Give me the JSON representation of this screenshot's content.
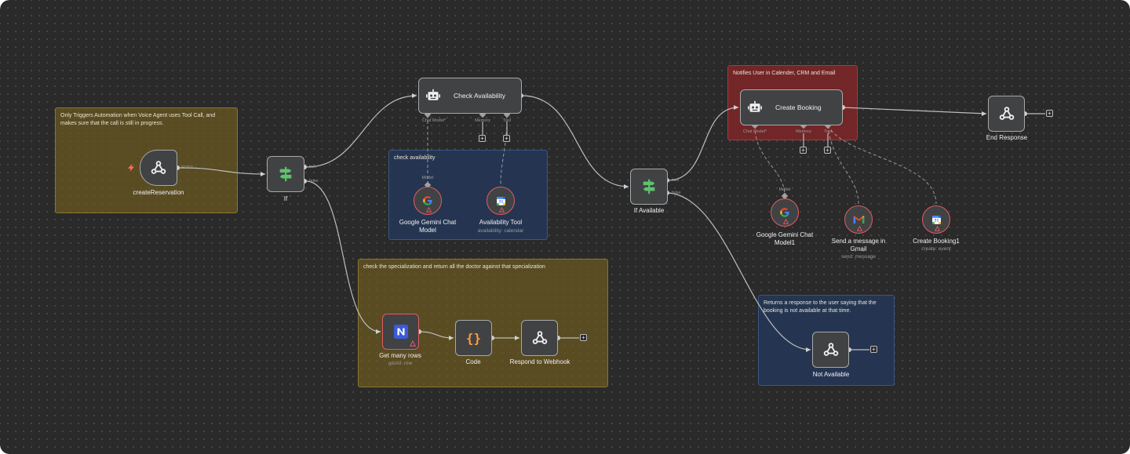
{
  "stickies": {
    "trigger_note": "Only Triggers Automation when Voice Agent uses Tool Call, and makes sure that the call is still in progress.",
    "check_note": "check availability",
    "special_note": "check the specialization and return all the doctor against that specialization",
    "notify_note": "Notifies User in Calender, CRM and Email",
    "returns_note": "Returns a response to the user saying that the booking is not available at that time."
  },
  "nodes": {
    "create_reservation": {
      "label": "createReservation",
      "method": "POST"
    },
    "if": {
      "label": "If",
      "true_label": "true",
      "false_label": "false"
    },
    "check_availability": {
      "label": "Check Availability",
      "chat_model": "Chat Model*",
      "memory": "Memory",
      "tool": "Tool"
    },
    "gemini1": {
      "label": "Google Gemini Chat Model",
      "port": "Model"
    },
    "availability_tool": {
      "label": "Availability Tool",
      "sub": "availability: calendar"
    },
    "if_available": {
      "label": "If Available",
      "true_label": "true",
      "false_label": "false"
    },
    "create_booking": {
      "label": "Create Booking",
      "chat_model": "Chat Model*",
      "memory": "Memory",
      "tool": "Tool"
    },
    "end_response": {
      "label": "End Response"
    },
    "gemini2": {
      "label": "Google Gemini Chat Model1",
      "port": "Model"
    },
    "gmail": {
      "label": "Send a message in Gmail",
      "sub": "send: message"
    },
    "create_booking1": {
      "label": "Create Booking1",
      "sub": "create: event"
    },
    "get_many_rows": {
      "label": "Get many rows",
      "sub": "getAll: row"
    },
    "code": {
      "label": "Code"
    },
    "respond_webhook": {
      "label": "Respond to Webhook"
    },
    "not_available": {
      "label": "Not Available"
    }
  },
  "icons": {
    "webhook": "webhook-icon",
    "robot": "robot-icon",
    "branch": "branch-icon",
    "google": "google-g-icon",
    "calendar": "google-calendar-icon",
    "gmail": "gmail-icon",
    "notion": "n-icon",
    "code": "curly-braces-icon",
    "plus": "plus-icon",
    "warning": "warning-icon",
    "trigger": "lightning-icon"
  },
  "colors": {
    "canvas": "#2a2a2a",
    "sticky_yellow": "#6c5a20",
    "sticky_blue": "#243756",
    "sticky_red": "#7a2628",
    "node": "#414244",
    "error": "#e05c63",
    "wire": "#bdbdbd",
    "branch_green": "#5ec26e"
  }
}
